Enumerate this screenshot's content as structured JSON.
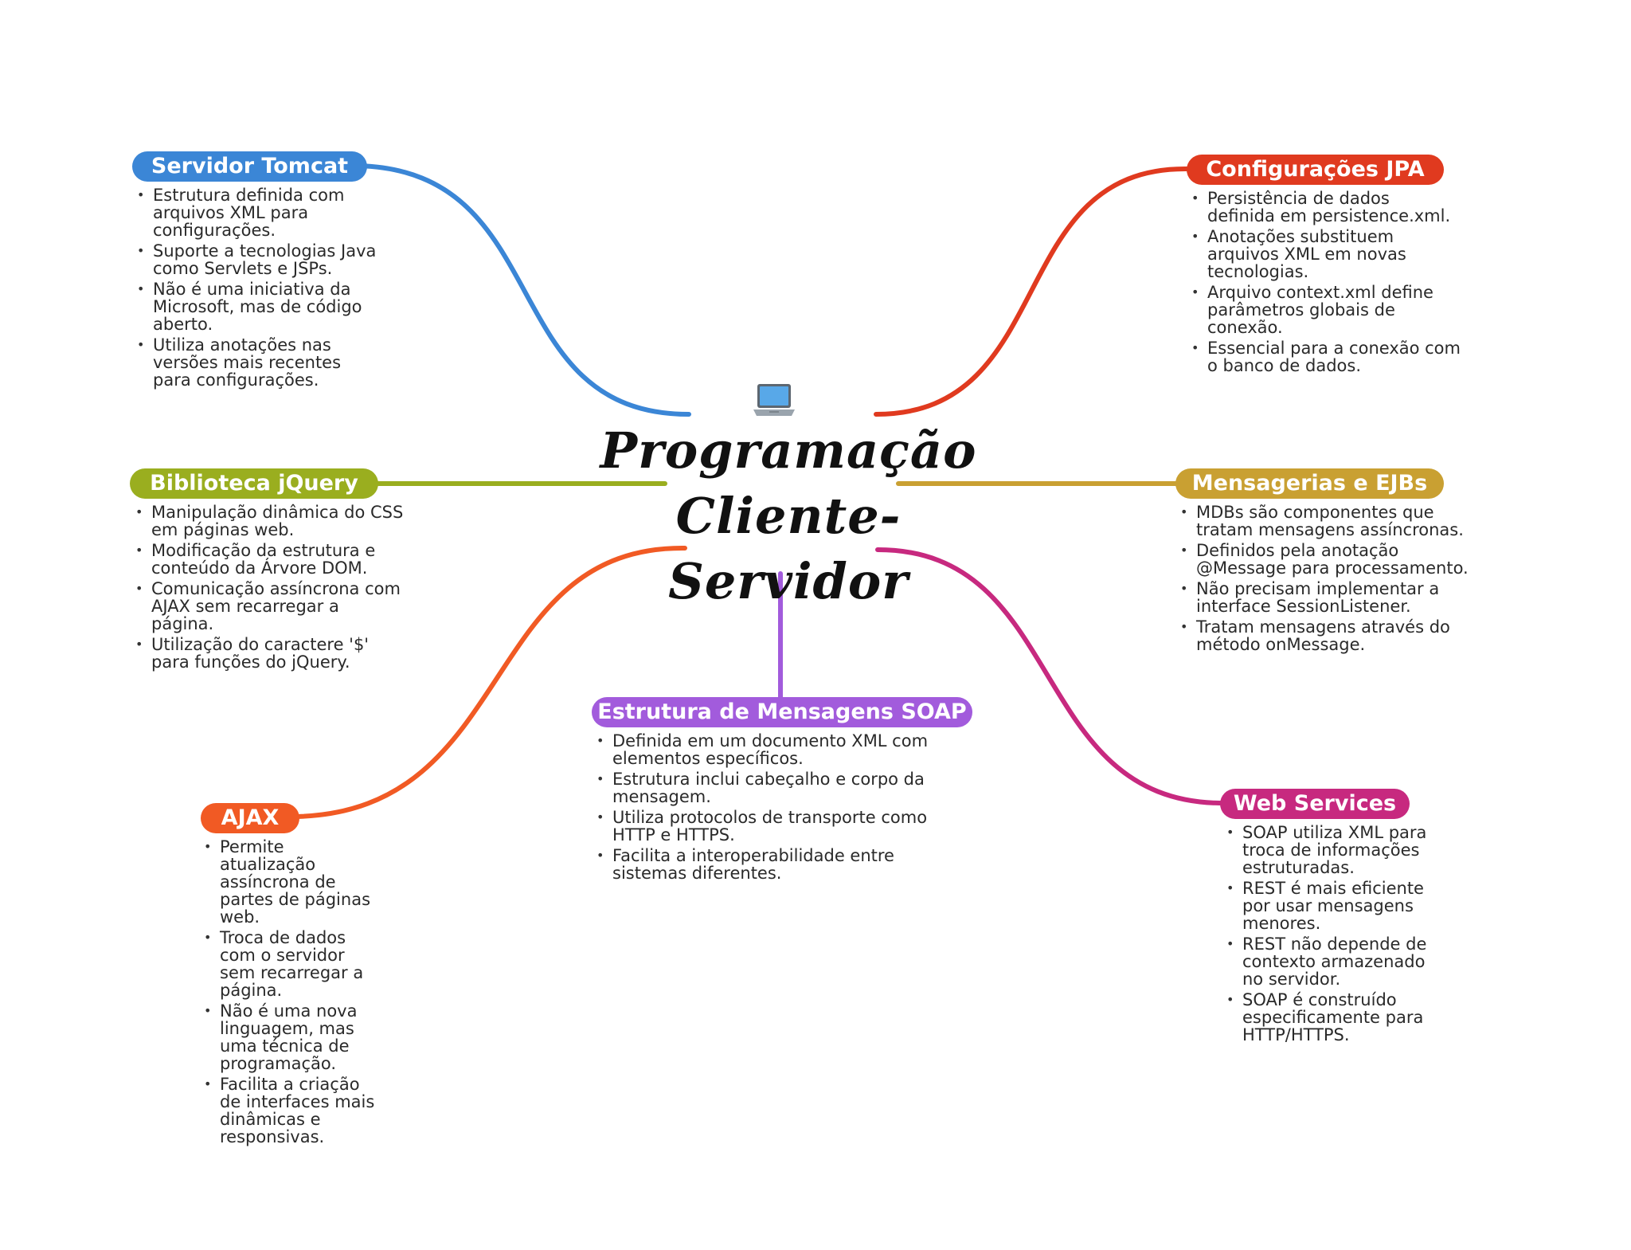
{
  "center": {
    "title_line1": "Programação",
    "title_line2": "Cliente-Servidor",
    "icon": "laptop-icon"
  },
  "branches": [
    {
      "id": "servidor-tomcat",
      "title": "Servidor Tomcat",
      "color": "#3b86d6",
      "items": [
        "Estrutura definida com arquivos XML para configurações.",
        "Suporte a tecnologias Java como Servlets e JSPs.",
        "Não é uma iniciativa da Microsoft, mas de código aberto.",
        "Utiliza anotações nas versões mais recentes para configurações."
      ]
    },
    {
      "id": "biblioteca-jquery",
      "title": "Biblioteca jQuery",
      "color": "#9aae1f",
      "items": [
        "Manipulação dinâmica do CSS em páginas web.",
        "Modificação da estrutura e conteúdo da Árvore DOM.",
        "Comunicação assíncrona com AJAX sem recarregar a página.",
        "Utilização do caractere '$' para funções do jQuery."
      ]
    },
    {
      "id": "ajax",
      "title": "AJAX",
      "color": "#f15a24",
      "items": [
        "Permite atualização assíncrona de partes de páginas web.",
        "Troca de dados com o servidor sem recarregar a página.",
        "Não é uma nova linguagem, mas uma técnica de programação.",
        "Facilita a criação de interfaces mais dinâmicas e responsivas."
      ]
    },
    {
      "id": "estrutura-soap",
      "title": "Estrutura de Mensagens SOAP",
      "color": "#a25bdc",
      "items": [
        "Definida em um documento XML com elementos específicos.",
        "Estrutura inclui cabeçalho e corpo da mensagem.",
        "Utiliza protocolos de transporte como HTTP e HTTPS.",
        "Facilita a interoperabilidade entre sistemas diferentes."
      ]
    },
    {
      "id": "configuracoes-jpa",
      "title": "Configurações JPA",
      "color": "#e03a1f",
      "items": [
        "Persistência de dados definida em persistence.xml.",
        "Anotações substituem arquivos XML em novas tecnologias.",
        "Arquivo context.xml define parâmetros globais de conexão.",
        "Essencial para a conexão com o banco de dados."
      ]
    },
    {
      "id": "mensagerias-ejbs",
      "title": "Mensagerias e EJBs",
      "color": "#c9a032",
      "items": [
        "MDBs são componentes que tratam mensagens assíncronas.",
        "Definidos pela anotação @Message para processamento.",
        "Não precisam implementar a interface SessionListener.",
        "Tratam mensagens através do método onMessage."
      ]
    },
    {
      "id": "web-services",
      "title": "Web Services",
      "color": "#c7297f",
      "items": [
        "SOAP utiliza XML para troca de informações estruturadas.",
        "REST é mais eficiente por usar mensagens menores.",
        "REST não depende de contexto armazenado no servidor.",
        "SOAP é construído especificamente para HTTP/HTTPS."
      ]
    }
  ]
}
